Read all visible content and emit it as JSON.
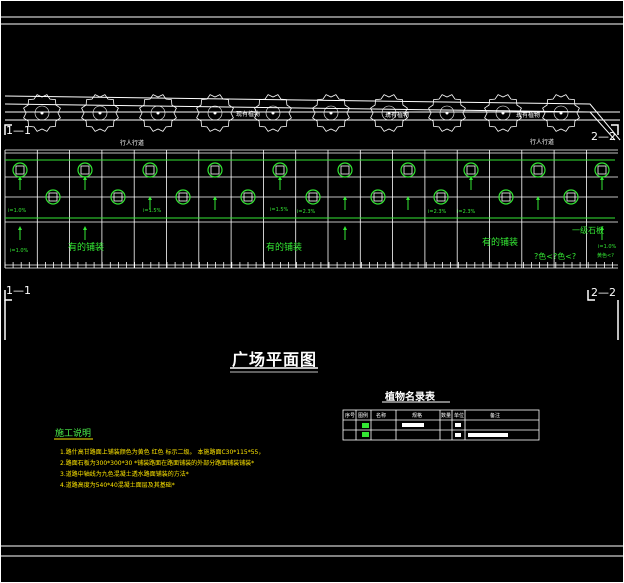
{
  "drawing": {
    "title": "广场平面图",
    "section_labels": {
      "top_left": "1—1",
      "top_right": "2—2",
      "bottom_left": "1—1",
      "bottom_right": "2—2"
    },
    "tree_labels": [
      "现有植物",
      "现有植物",
      "现有植物"
    ],
    "sidewalk_labels": [
      "行人行道",
      "行人行道"
    ],
    "paving_labels": [
      "有的铺装",
      "有的铺装",
      "有的铺装"
    ],
    "slope_labels": [
      "i=1.0%",
      "i=1.5%",
      "i=1.5%",
      "i=2.3%",
      "i=2.3%",
      "i=2.3%",
      "i=1.0%"
    ],
    "right_notes": [
      "一级石板",
      "?色<?色<?",
      "i=1.0%",
      "黄色<?"
    ],
    "colors": {
      "background": "#000000",
      "line_white": "#ffffff",
      "line_green": "#33e633",
      "text_yellow": "#ffe600"
    }
  },
  "notes": {
    "title": "施工说明",
    "lines": [
      "1.路什高甘路面上铺装颜色为黄色  红色  标示二级。 本施路面C30*115*55，",
      "2.路面石板为300*300*30  *铺装路面在路面铺装的外部分路面铺装铺装*",
      "3.道路中轴线为九色混凝土透水路面铺装的方法*",
      "4.道路高度为540*40混凝土面层及其基础*"
    ]
  },
  "table": {
    "title": "植物名录表",
    "headers": [
      "序号",
      "图例",
      "名称",
      "规格",
      "数量",
      "单位",
      "备注"
    ]
  }
}
